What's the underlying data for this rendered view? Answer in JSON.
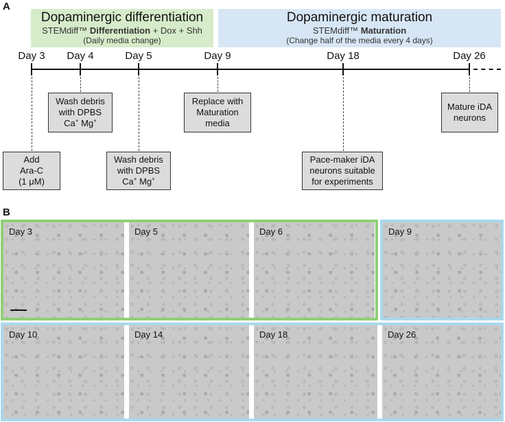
{
  "panel_a_label": "A",
  "panel_b_label": "B",
  "phases": {
    "differentiation": {
      "title": "Dopaminergic differentiation",
      "media_prefix": "STEMdiff™ ",
      "media_bold": "Differentiation",
      "media_suffix": " + Dox + Shh",
      "note": "(Daily media change)"
    },
    "maturation": {
      "title": "Dopaminergic maturation",
      "media_prefix": "STEMdiff™ ",
      "media_bold": "Maturation",
      "note": "(Change half of the media every 4 days)"
    }
  },
  "timeline": {
    "days": [
      "Day 3",
      "Day 4",
      "Day 5",
      "Day 9",
      "Day 18",
      "Day 26"
    ]
  },
  "steps": {
    "add_arac": [
      "Add",
      "Ara-C",
      "(1 μM)"
    ],
    "wash_day4": [
      "Wash debris",
      "with DPBS"
    ],
    "wash_day5": [
      "Wash debris",
      "with DPBS"
    ],
    "ca_mg": {
      "ca": "Ca",
      "mg": " Mg",
      "sup": "+"
    },
    "replace": [
      "Replace with",
      "Maturation",
      "media"
    ],
    "pacemaker": [
      "Pace-maker iDA",
      "neurons suitable",
      "for experiments"
    ],
    "mature": [
      "Mature iDA",
      "neurons"
    ]
  },
  "micrographs": {
    "row1": [
      "Day 3",
      "Day 5",
      "Day 6",
      "Day 9"
    ],
    "row2": [
      "Day 10",
      "Day 14",
      "Day 18",
      "Day 26"
    ]
  },
  "colors": {
    "differentiation_green": "#d6ebc9",
    "maturation_blue": "#d7e6f4",
    "green_frame": "#8fcf76",
    "blue_frame": "#a9d8ec"
  }
}
